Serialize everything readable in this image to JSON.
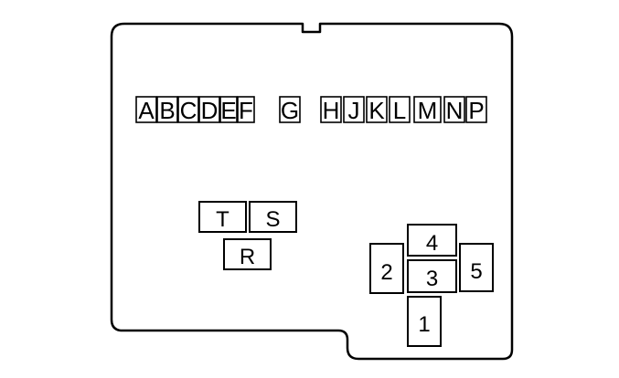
{
  "diagram": {
    "colors": {
      "line": "#000000",
      "background": "#ffffff"
    },
    "fuse_labels": [
      {
        "id": "a",
        "text": "A"
      },
      {
        "id": "b",
        "text": "B"
      },
      {
        "id": "c",
        "text": "C"
      },
      {
        "id": "d",
        "text": "D"
      },
      {
        "id": "e",
        "text": "E"
      },
      {
        "id": "f",
        "text": "F"
      },
      {
        "id": "g",
        "text": "G"
      },
      {
        "id": "h",
        "text": "H"
      },
      {
        "id": "j",
        "text": "J"
      },
      {
        "id": "k",
        "text": "K"
      },
      {
        "id": "l",
        "text": "L"
      },
      {
        "id": "m",
        "text": "M"
      },
      {
        "id": "n",
        "text": "N"
      },
      {
        "id": "p",
        "text": "P"
      }
    ],
    "relays_left": [
      {
        "id": "t",
        "text": "T"
      },
      {
        "id": "s",
        "text": "S"
      },
      {
        "id": "r",
        "text": "R"
      }
    ],
    "relays_right": [
      {
        "id": "4",
        "text": "4"
      },
      {
        "id": "2",
        "text": "2"
      },
      {
        "id": "3",
        "text": "3"
      },
      {
        "id": "5",
        "text": "5"
      },
      {
        "id": "1",
        "text": "1"
      }
    ]
  }
}
